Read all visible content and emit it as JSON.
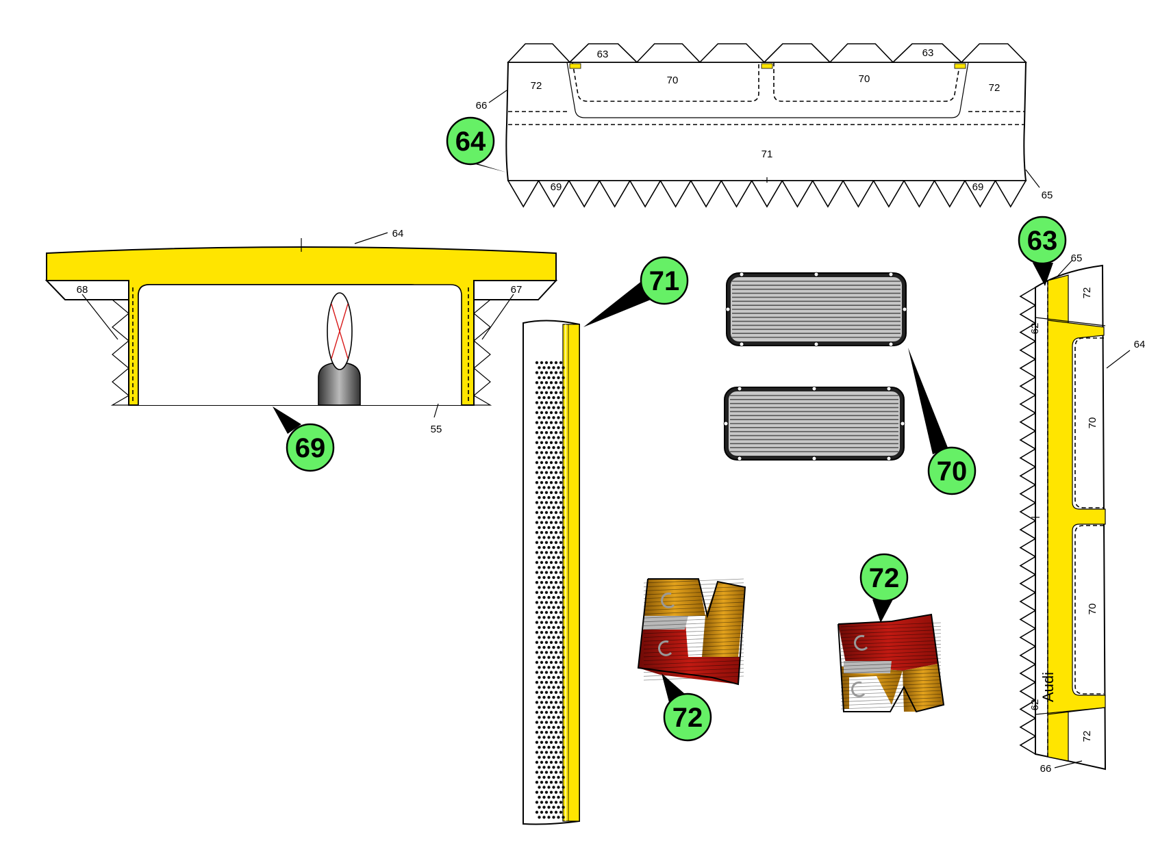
{
  "colors": {
    "yellow": "#ffe500",
    "callout": "#66f066",
    "grille_fill": "#c8c8c8",
    "red": "#c21a12",
    "amber": "#d6900e",
    "silver": "#b9b9b9"
  },
  "callouts": [
    {
      "id": "callout-64",
      "text": "64"
    },
    {
      "id": "callout-69",
      "text": "69"
    },
    {
      "id": "callout-71",
      "text": "71"
    },
    {
      "id": "callout-70",
      "text": "70"
    },
    {
      "id": "callout-63",
      "text": "63"
    },
    {
      "id": "callout-72-left",
      "text": "72"
    },
    {
      "id": "callout-72-right",
      "text": "72"
    }
  ],
  "labels": {
    "top_63a": "63",
    "top_63b": "63",
    "top_72a": "72",
    "top_72b": "72",
    "top_70a": "70",
    "top_70b": "70",
    "top_71": "71",
    "top_66": "66",
    "top_65": "65",
    "top_69a": "69",
    "top_69b": "69",
    "left_64": "64",
    "left_68": "68",
    "left_67": "67",
    "left_55": "55",
    "right_65": "65",
    "right_64": "64",
    "right_66": "66",
    "right_62a": "62",
    "right_62b": "62",
    "right_72a": "72",
    "right_72b": "72",
    "right_70a": "70",
    "right_70b": "70",
    "audi": "Audi"
  }
}
